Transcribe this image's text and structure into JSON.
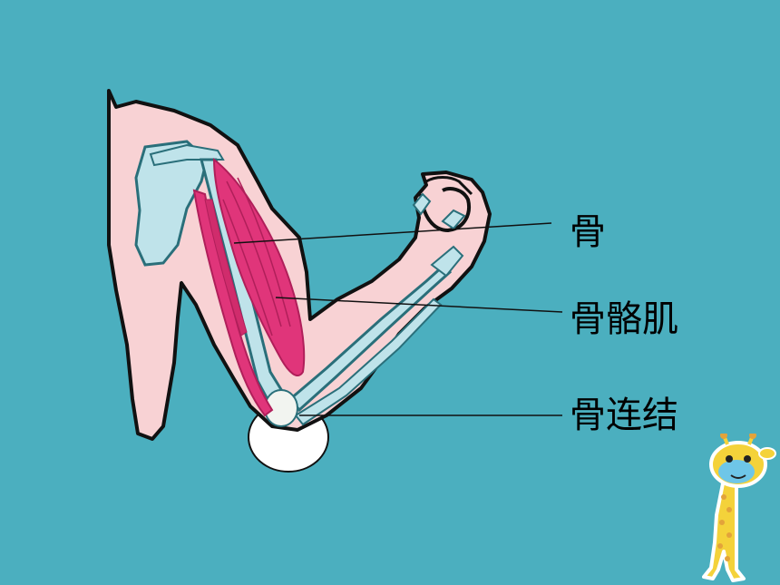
{
  "slide": {
    "background_color": "#4BAFBF",
    "labels": {
      "bone": "骨",
      "skeletal_muscle": "骨骼肌",
      "joint": "骨连结"
    }
  },
  "colors": {
    "skin": "#F8D2D4",
    "outline": "#111111",
    "muscle": "#E0357A",
    "muscle_dark": "#B01F5A",
    "bone": "#BFE3EA",
    "bone_outline": "#2A6F7A",
    "giraffe_yellow": "#F4D23A",
    "giraffe_blue": "#6EC6E8"
  },
  "decorations": [
    "giraffe-sticker"
  ]
}
